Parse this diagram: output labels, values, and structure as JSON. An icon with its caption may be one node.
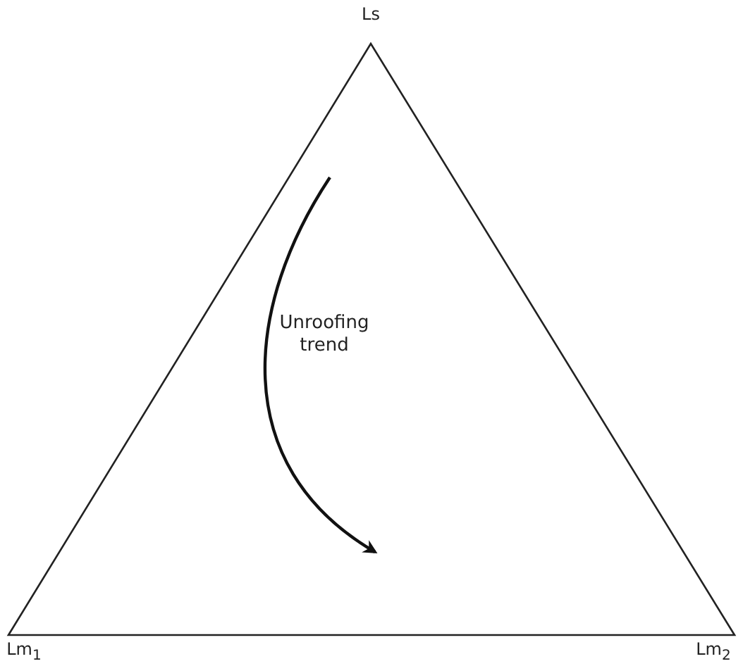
{
  "diagram": {
    "labels": [
      "Ls",
      "Unroofing trend",
      "Lm$_{1}$",
      "Lm$_{2}$"
    ]
  }
}
